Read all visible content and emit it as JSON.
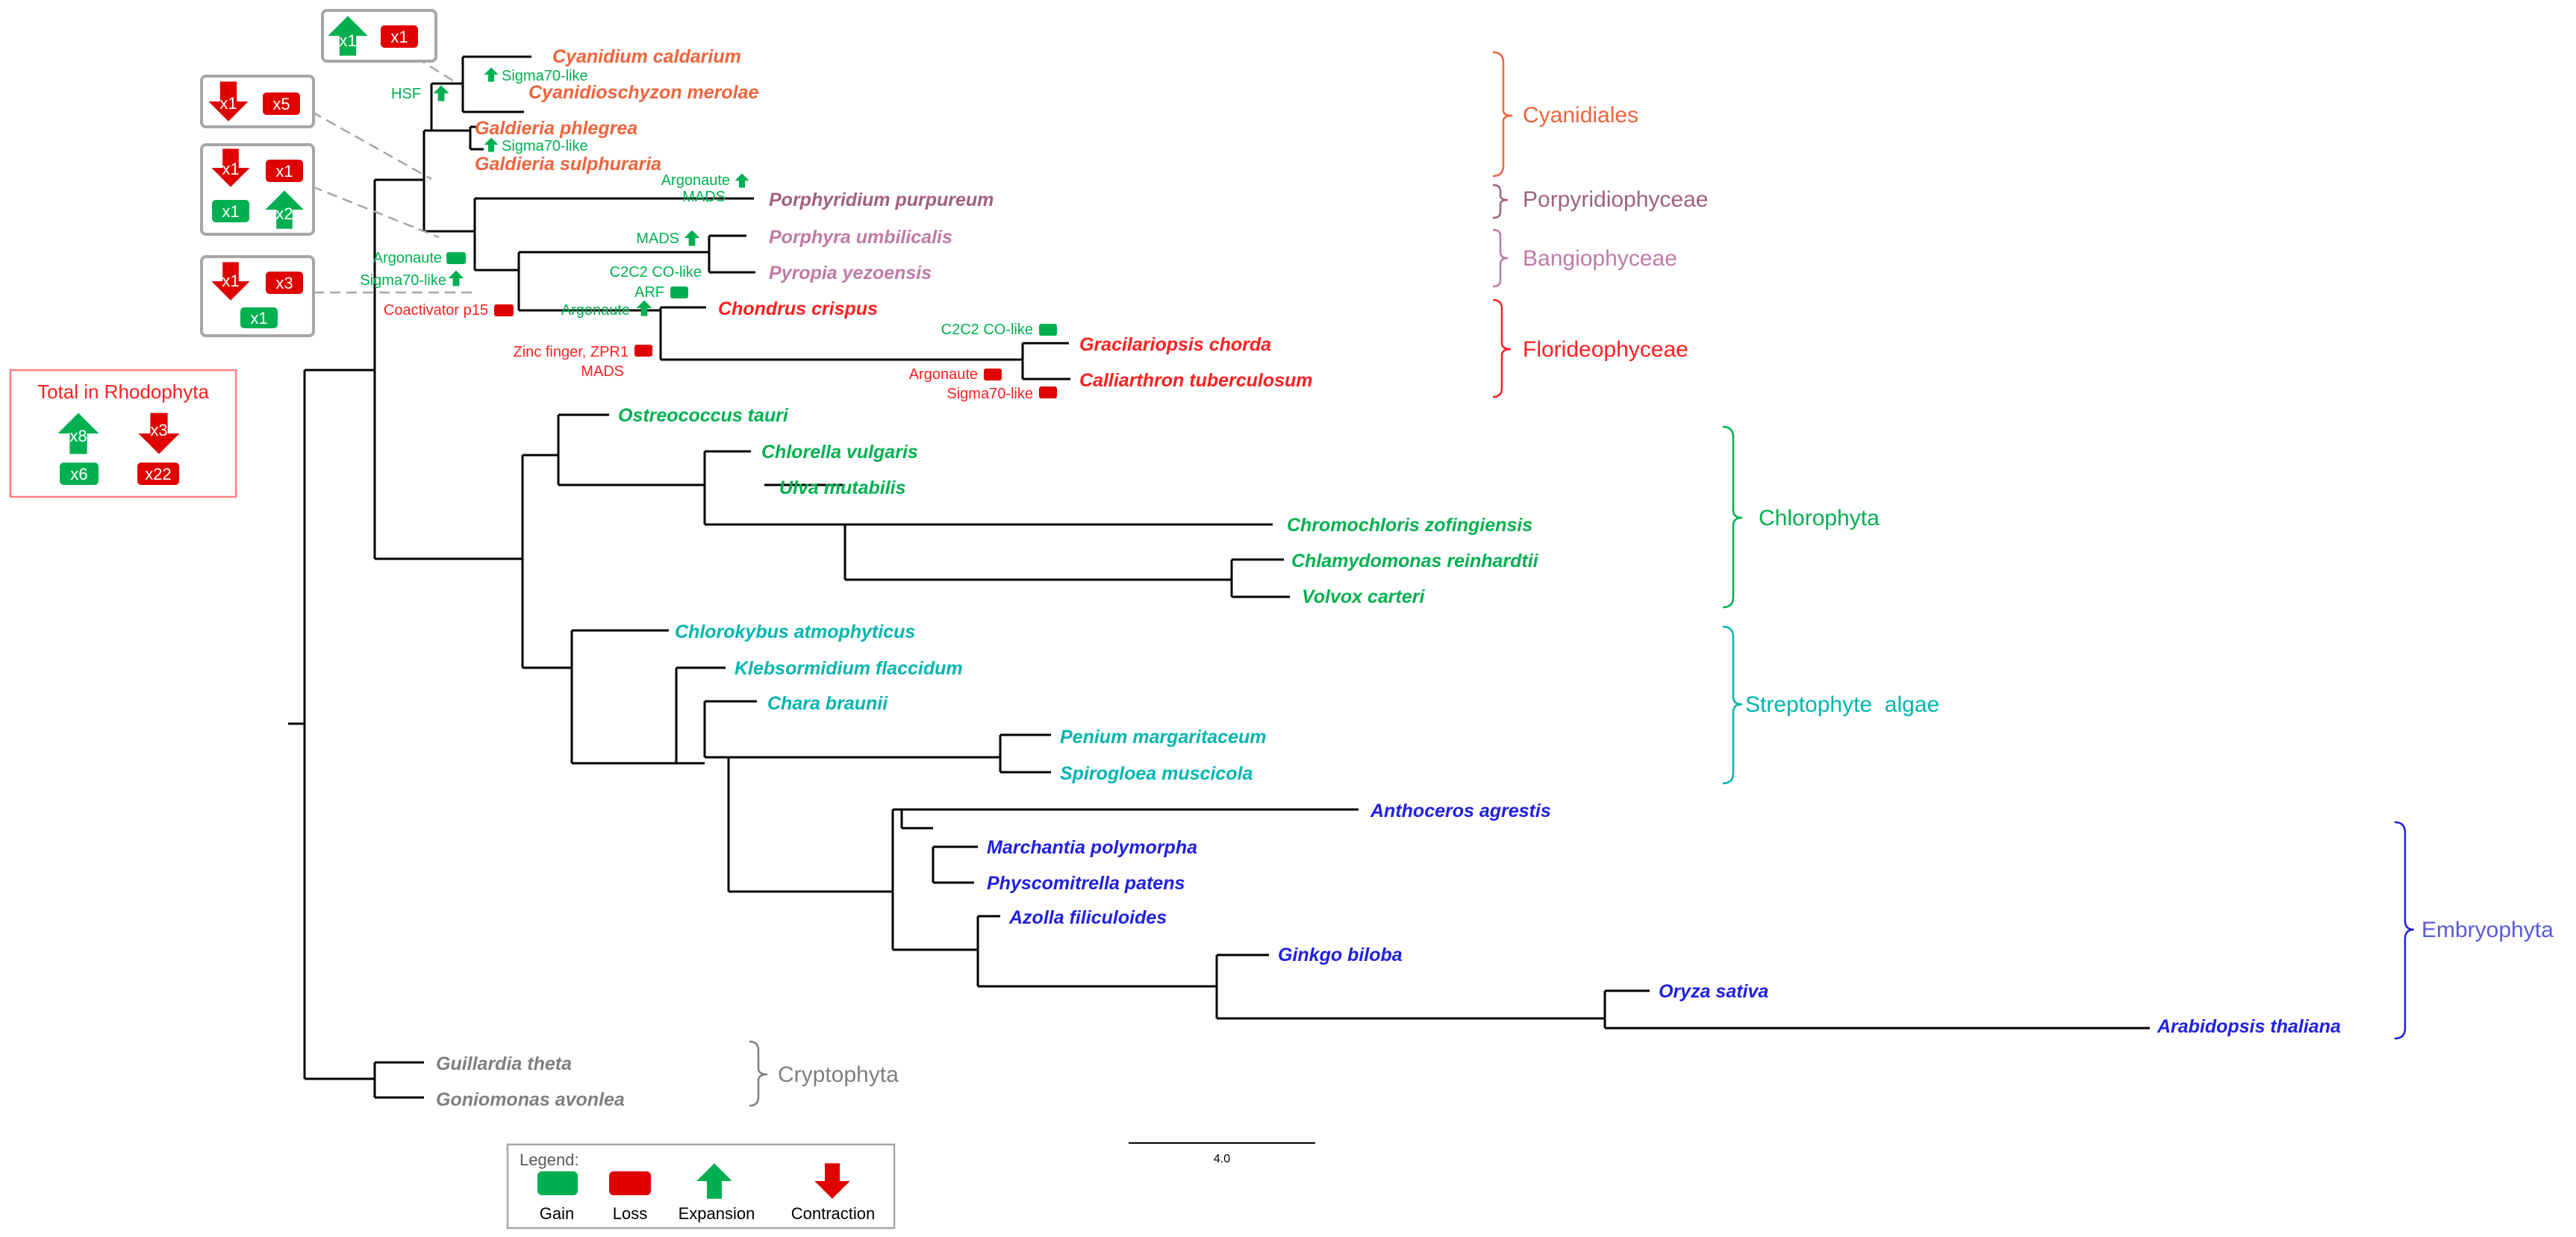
{
  "colors": {
    "branch": "#000000",
    "gain": "#00b050",
    "loss": "#e00000",
    "cyanidiales": "#f0643c",
    "porphyridio": "#a0607f",
    "bangio": "#c07aa8",
    "florideo": "#ff2020",
    "chlorophyta": "#00b050",
    "streptophyte": "#00b5b0",
    "embryophyta": "#2020e0",
    "cryptophyta": "#7f7f7f",
    "box_border": "#a6a6a6",
    "total_border": "#ff8080",
    "legend_border": "#a6a6a6"
  },
  "taxa": {
    "cyanidium_caldarium": "Cyanidium caldarium",
    "cyanidioschyzon_merolae": "Cyanidioschyzon merolae",
    "galdieria_phlegrea": "Galdieria phlegrea",
    "galdieria_sulphuraria": "Galdieria sulphuraria",
    "porphyridium_purpureum": "Porphyridium purpureum",
    "porphyra_umbilicalis": "Porphyra umbilicalis",
    "pyropia_yezoensis": "Pyropia yezoensis",
    "chondrus_crispus": "Chondrus crispus",
    "gracilariopsis_chorda": "Gracilariopsis chorda",
    "calliarthron_tuberculosum": "Calliarthron tuberculosum",
    "ostreococcus_tauri": "Ostreococcus tauri",
    "chlorella_vulgaris": "Chlorella vulgaris",
    "ulva_mutabilis": "Ulva mutabilis",
    "chromochloris_zofingiensis": "Chromochloris zofingiensis",
    "chlamydomonas_reinhardtii": "Chlamydomonas reinhardtii",
    "volvox_carteri": "Volvox carteri",
    "chlorokybus_atmophyticus": "Chlorokybus atmophyticus",
    "klebsormidium_flaccidum": "Klebsormidium flaccidum",
    "chara_braunii": "Chara braunii",
    "penium_margaritaceum": "Penium margaritaceum",
    "spirogloea_muscicola": "Spirogloea muscicola",
    "anthoceros_agrestis": "Anthoceros agrestis",
    "marchantia_polymorpha": "Marchantia polymorpha",
    "physcomitrella_patens": "Physcomitrella patens",
    "azolla_filiculoides": "Azolla filiculoides",
    "ginkgo_biloba": "Ginkgo biloba",
    "oryza_sativa": "Oryza sativa",
    "arabidopsis_thaliana": "Arabidopsis thaliana",
    "guillardia_theta": "Guillardia theta",
    "goniomonas_avonlea": "Goniomonas avonlea"
  },
  "clades": {
    "cyanidiales": "Cyanidiales",
    "porphyridiophyceae": "Porpyridiophyceae",
    "bangiophyceae": "Bangiophyceae",
    "florideophyceae": "Florideophyceae",
    "chlorophyta": "Chlorophyta",
    "streptophyte_algae": "Streptophyte  algae",
    "embryophyta": "Embryophyta",
    "cryptophyta": "Cryptophyta"
  },
  "gene_labels": {
    "hsf": "HSF",
    "sigma70_a": "Sigma70-like",
    "sigma70_b": "Sigma70-like",
    "argonaute_porph": "Argonaute",
    "mads_porph": "MADS",
    "mads_bangio": "MADS",
    "c2c2_bangio": "C2C2 CO-like",
    "arf": "ARF",
    "argonaute_root": "Argonaute",
    "sigma70_root": "Sigma70-like",
    "coactivator": "Coactivator p15",
    "argonaute_chondrus": "Argonaute",
    "zinc_finger": "Zinc finger, ZPR1",
    "mads_flor": "MADS",
    "c2c2_grac": "C2C2 CO-like",
    "argonaute_grac": "Argonaute",
    "sigma70_grac": "Sigma70-like"
  },
  "event_boxes": {
    "box1": {
      "expansion": "x1",
      "loss": "x1"
    },
    "box2": {
      "contraction": "x1",
      "loss": "x5"
    },
    "box3": {
      "contraction": "x1",
      "loss": "x1",
      "gain": "x1",
      "expansion": "x2"
    },
    "box4": {
      "contraction": "x1",
      "loss": "x3",
      "gain": "x1"
    }
  },
  "total": {
    "title": "Total in Rhodophyta",
    "expansion": "x8",
    "contraction": "x3",
    "gain": "x6",
    "loss": "x22"
  },
  "legend": {
    "title": "Legend:",
    "gain": "Gain",
    "loss": "Loss",
    "expansion": "Expansion",
    "contraction": "Contraction"
  },
  "scale": {
    "label": "4.0"
  }
}
